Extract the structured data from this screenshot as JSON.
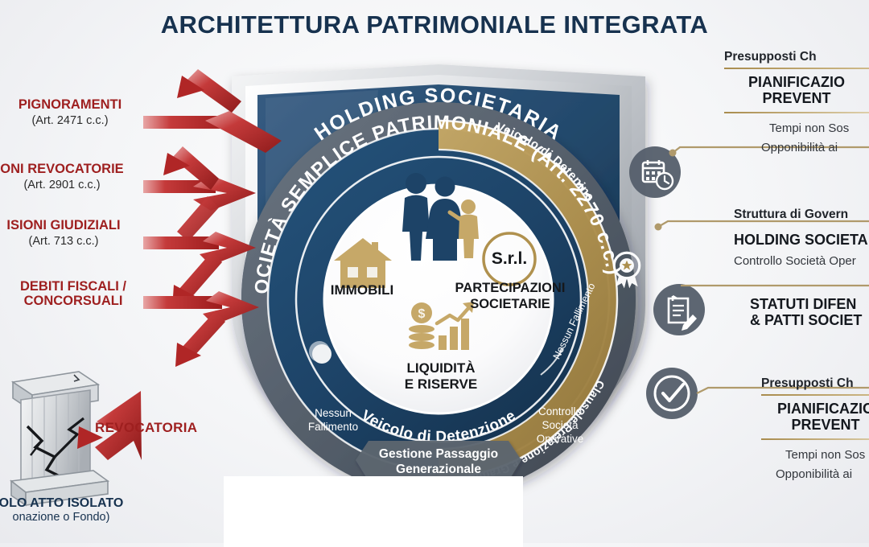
{
  "title": "ARCHITETTURA PATRIMONIALE INTEGRATA",
  "colors": {
    "navy": "#1d4367",
    "navy_dark": "#14304c",
    "slate": "#56606c",
    "gold": "#b0914e",
    "gold_light": "#c7a968",
    "red": "#b02626",
    "red_dark": "#8e1b1b",
    "silver": "#c9ccd1",
    "title_navy": "#17324f",
    "bg": "#f2f3f5"
  },
  "threats": [
    {
      "name": "PIGNORAMENTI",
      "article": "(Art. 2471 c.c.)"
    },
    {
      "name": "ONI REVOCATORIE",
      "article": "(Art. 2901 c.c.)"
    },
    {
      "name": "ISIONI GIUDIZIALI",
      "article": "(Art. 713 c.c.)"
    },
    {
      "name": "DEBITI FISCALI /",
      "name2": "CONCORSUALI",
      "article": ""
    }
  ],
  "revocatoria": {
    "arrow_label": "REVOCATORIA",
    "pillar_title": "OLO ATTO ISOLATO",
    "pillar_sub": "onazione o Fondo)"
  },
  "rings": {
    "outer_label": "HOLDING SOCIETARIA",
    "inner_label": "SOCIETÀ SEMPLICE PATRIMONIALE (Art. 2270 c.c.)",
    "bottom_label": "Veicolo di Detenzione",
    "gold_top_label": "Veicolo di Detenine",
    "gold_bottom_label": "Clausole Prelazione e Gradimento",
    "tag_left": "Nessun Fallimento",
    "tag_right": "Controllo Società Operative",
    "tag_inner_right": "Nessun Fallimento",
    "footer_badge_line1": "Gestione Passaggio",
    "footer_badge_line2": "Generazionale"
  },
  "core": {
    "asset_immobili": "IMMOBILI",
    "asset_partecipazioni_1": "PARTECIPAZIONI",
    "asset_partecipazioni_2": "SOCIETARIE",
    "srl_badge": "S.r.l.",
    "asset_liquidita_1": "LIQUIDITÀ",
    "asset_liquidita_2": "E RISERVE"
  },
  "callouts": [
    {
      "kicker": "Presupposti Ch",
      "title_1": "PIANIFICAZIO",
      "title_2": "PREVENT",
      "line_1": "Tempi non Sos",
      "line_2": "Opponibilità ai "
    },
    {
      "kicker": "Struttura di Govern",
      "title_1": "HOLDING SOCIETA",
      "line_1": "Controllo Società Oper"
    },
    {
      "title_1": "STATUTI DIFEN",
      "title_2": "& PATTI SOCIET"
    },
    {
      "kicker": "Presupposti Ch",
      "title_1": "PIANIFICAZIO",
      "title_2": "PREVENT",
      "line_1": "Tempi non Sos",
      "line_2": "Opponibilità ai "
    }
  ],
  "icons": {
    "calendar_clock": "calendar-clock-icon",
    "document_pencil": "document-pencil-icon",
    "check_circle": "check-circle-icon",
    "rosette": "rosette-icon",
    "house": "house-icon",
    "money_growth": "money-growth-icon",
    "family": "family-icon",
    "pillar": "broken-pillar-icon"
  }
}
